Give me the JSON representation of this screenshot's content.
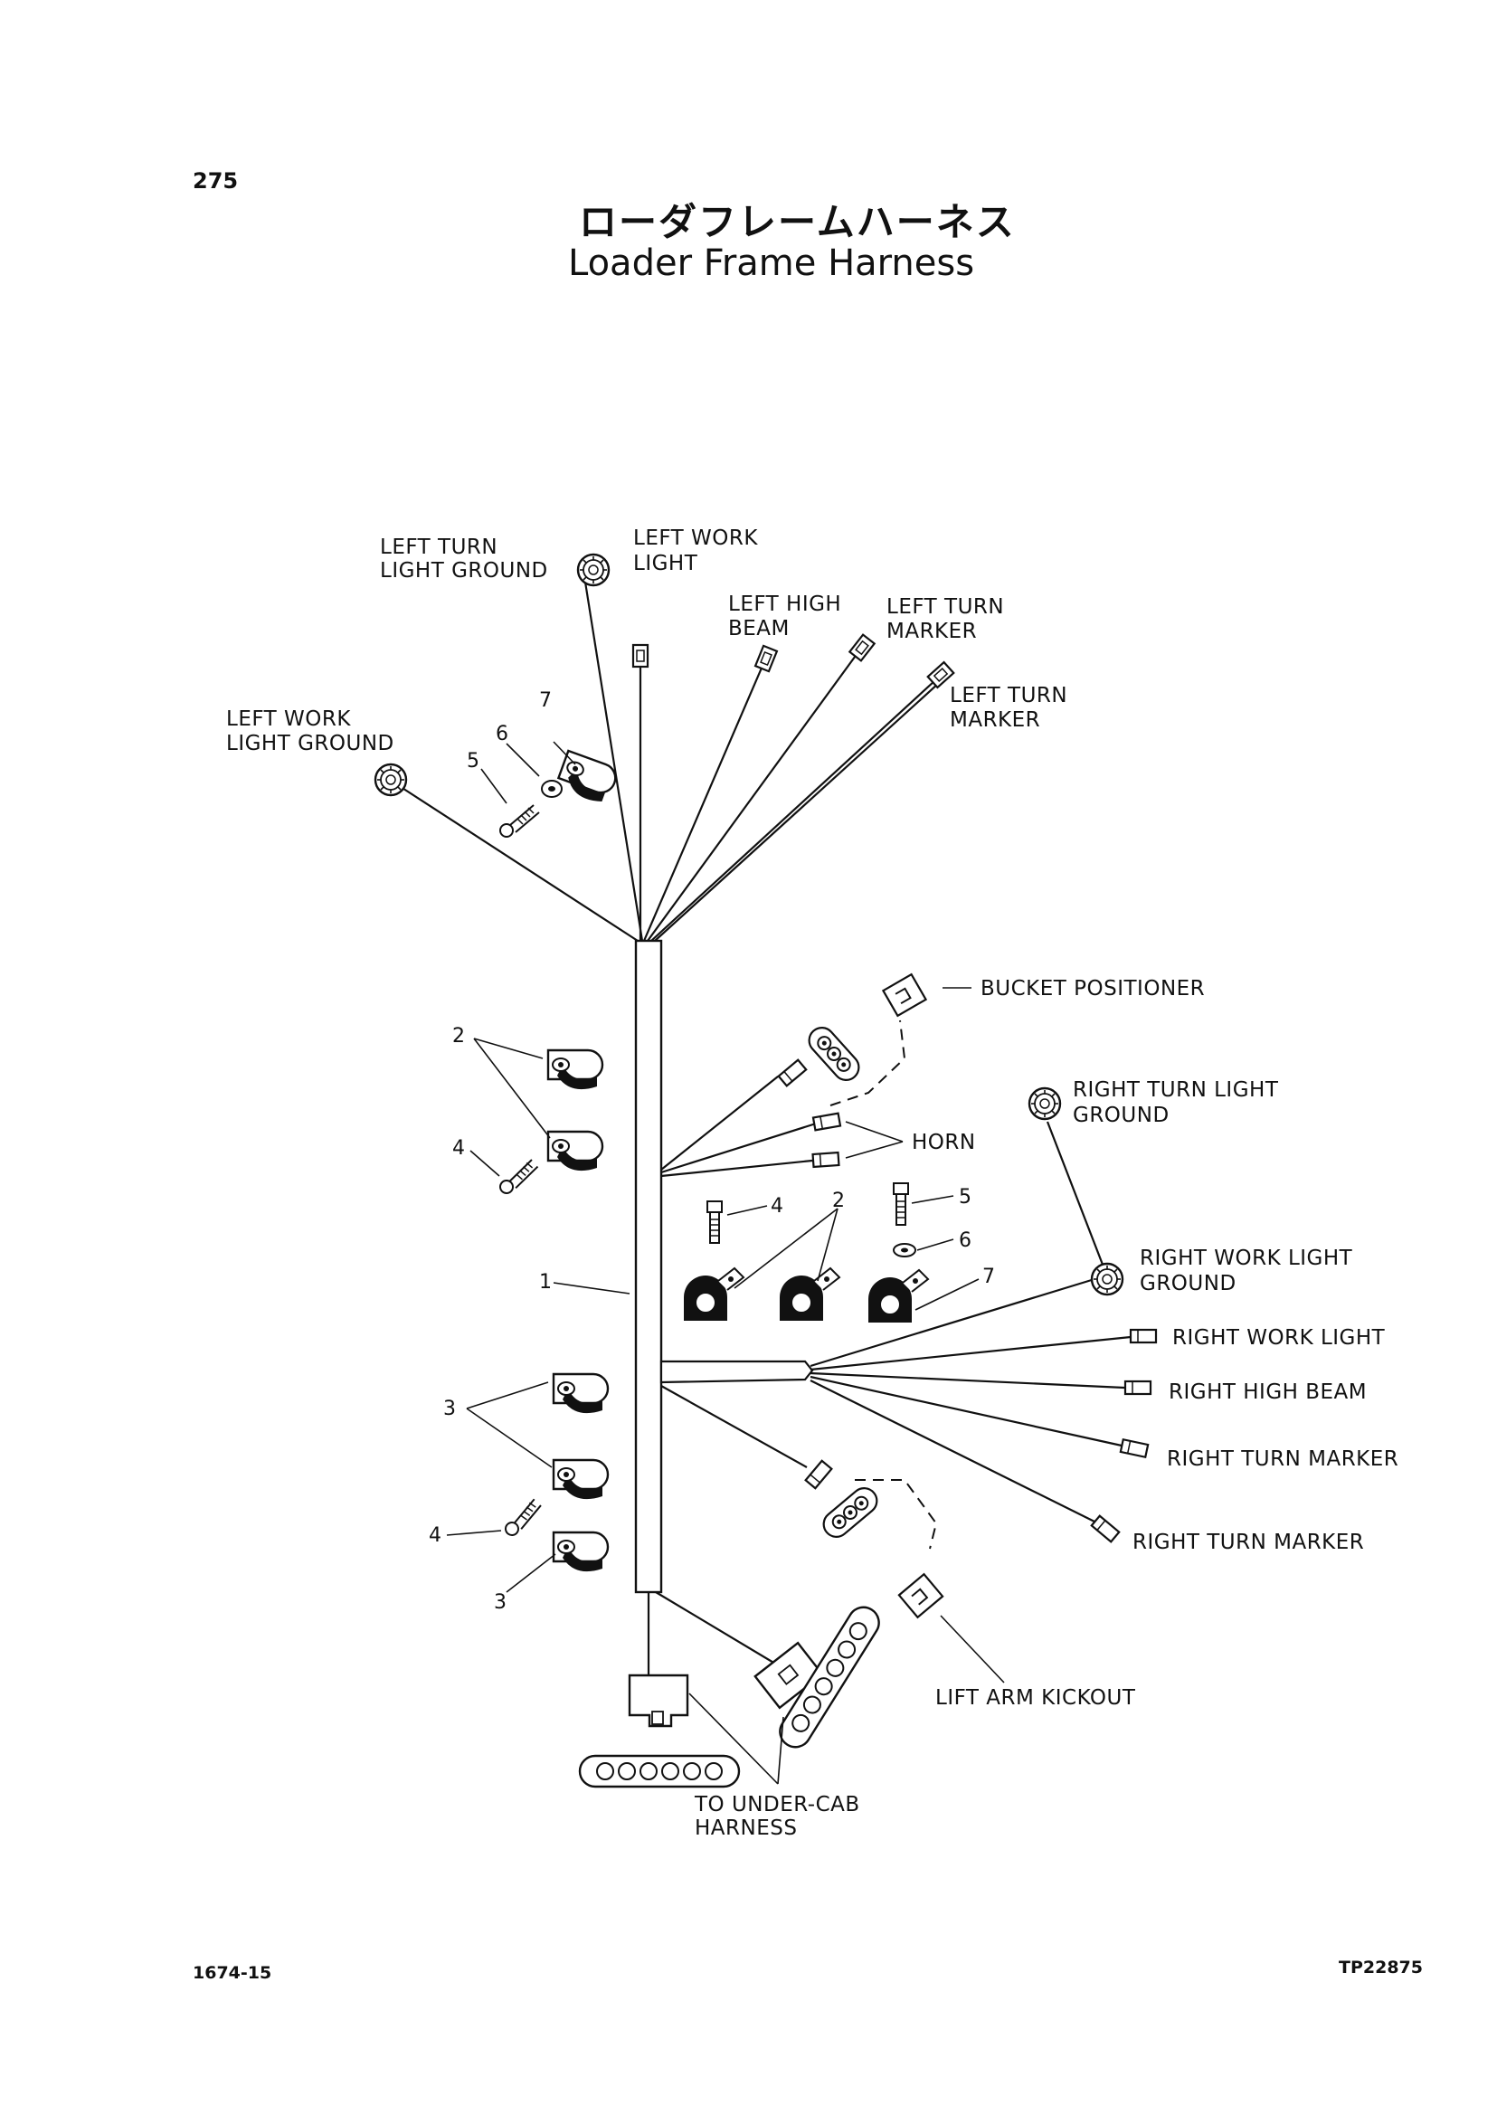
{
  "header": {
    "page_number": "275",
    "title_jp": "ローダフレームハーネス",
    "title_en": "Loader Frame Harness"
  },
  "labels": {
    "left_turn_light_ground": [
      "LEFT TURN",
      "LIGHT GROUND"
    ],
    "left_work_light": [
      "LEFT WORK",
      "LIGHT"
    ],
    "left_high_beam": [
      "LEFT HIGH",
      "BEAM"
    ],
    "left_turn_marker_1": [
      "LEFT TURN",
      "MARKER"
    ],
    "left_turn_marker_2": [
      "LEFT TURN",
      "MARKER"
    ],
    "left_work_light_ground": [
      "LEFT WORK",
      "LIGHT GROUND"
    ],
    "bucket_positioner": "BUCKET POSITIONER",
    "horn": "HORN",
    "right_turn_light_ground": [
      "RIGHT TURN LIGHT",
      "GROUND"
    ],
    "right_work_light_ground": [
      "RIGHT WORK LIGHT",
      "GROUND"
    ],
    "right_work_light": "RIGHT WORK LIGHT",
    "right_high_beam": "RIGHT HIGH BEAM",
    "right_turn_marker_1": "RIGHT TURN MARKER",
    "right_turn_marker_2": "RIGHT TURN MARKER",
    "lift_arm_kickout": "LIFT ARM KICKOUT",
    "to_under_cab_harness": [
      "TO UNDER-CAB",
      "HARNESS"
    ]
  },
  "callouts": {
    "n1": "1",
    "n2a": "2",
    "n2b": "2",
    "n3a": "3",
    "n3b": "3",
    "n4a": "4",
    "n4b": "4",
    "n4c": "4",
    "n5a": "5",
    "n5b": "5",
    "n6a": "6",
    "n6b": "6",
    "n7a": "7",
    "n7b": "7"
  },
  "footer": {
    "left_code": "1674-15",
    "right_code": "TP22875"
  }
}
